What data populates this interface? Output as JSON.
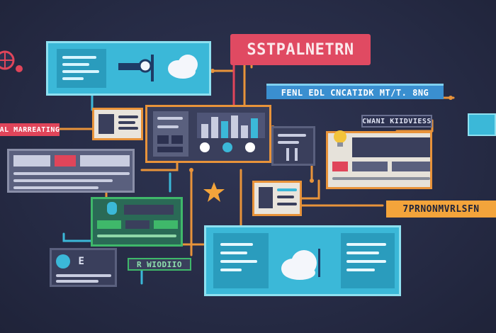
{
  "labels": {
    "title": "SSTPALNETRN",
    "subtitle": "FENL EDL CNCATIDK MT/T. 8NG",
    "left_tag": "AL MARREATING",
    "top_right_tag": "CWANI KIIDVIESS",
    "bottom_right_tag": "7PRNONMVRLSFN",
    "bottom_tag": "R WIODIIO",
    "small_sign": "E"
  },
  "colors": {
    "background": "#262b45",
    "wire_orange": "#e8933a",
    "cyan": "#3bb8d8",
    "red": "#e0455a",
    "green": "#3fb86a",
    "navy_panel": "#3a3f5c",
    "star": "#f3a43b"
  },
  "icons": [
    "globe-icon",
    "cloud-icon",
    "star-icon",
    "lightbulb-icon",
    "robot-icon",
    "document-icon",
    "bar-chart-icon"
  ]
}
